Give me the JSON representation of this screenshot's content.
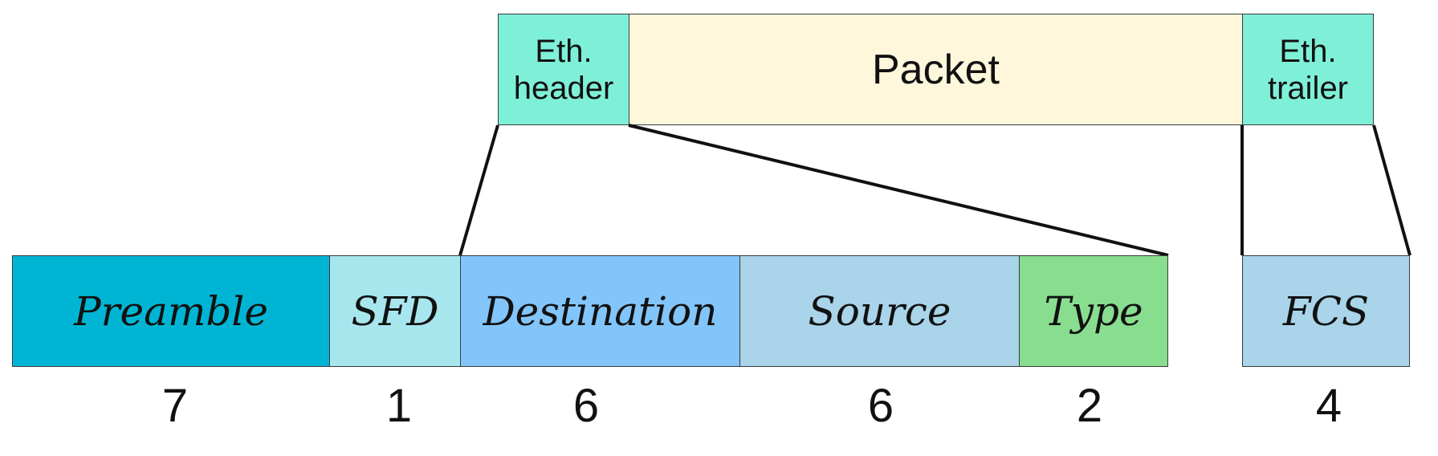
{
  "top_row": {
    "eth_header": "Eth.\nheader",
    "packet": "Packet",
    "eth_trailer": "Eth.\ntrailer"
  },
  "fields": [
    {
      "label": "Preamble",
      "size": "7",
      "color": "#00b5d4"
    },
    {
      "label": "SFD",
      "size": "1",
      "color": "#a8e6ee"
    },
    {
      "label": "Destination",
      "size": "6",
      "color": "#82c5fb"
    },
    {
      "label": "Source",
      "size": "6",
      "color": "#a9d4ea"
    },
    {
      "label": "Type",
      "size": "2",
      "color": "#88de8e"
    },
    {
      "label": "FCS",
      "size": "4",
      "color": "#a9d4ea"
    }
  ],
  "colors": {
    "eth_box": "#7ff0d8",
    "packet_box": "#fff7dc",
    "outline": "#3a3a3a"
  }
}
